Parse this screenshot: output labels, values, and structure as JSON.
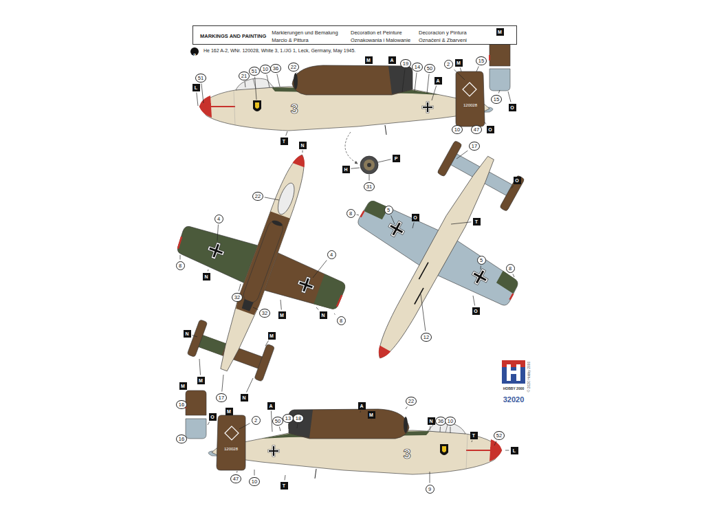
{
  "diagram": {
    "caption": "He 162 A-2, WNr. 120028, White 3, 1./JG 1, Leck, Germany, May 1945.",
    "nodes": [
      {
        "text": [
          "MARKINGS AND PAINTING",
          "Markierungen und Bemalung",
          "Marcio & Pittura",
          "Decoration et Peinture",
          "Oznakowania i Malowanie",
          "Decoracion y Pintura",
          "Označeni & Zbarveni"
        ]
      },
      {
        "text": [
          "3"
        ]
      }
    ],
    "labels": [
      "51",
      "21",
      "51",
      "10",
      "36",
      "22",
      "M",
      "A",
      "19",
      "14",
      "50",
      "A",
      "2",
      "M",
      "15",
      "15",
      "O",
      "47",
      "10",
      "T",
      "L",
      "M",
      "O",
      "3",
      "120028",
      "H",
      "P",
      "31",
      "N",
      "22",
      "4",
      "4",
      "8",
      "N",
      "32",
      "32",
      "M",
      "N",
      "8",
      "N",
      "M",
      "M",
      "17",
      "N",
      "17",
      "O",
      "T",
      "8",
      "5",
      "O",
      "5",
      "8",
      "O",
      "12",
      "M",
      "16",
      "O",
      "16",
      "M",
      "2",
      "A",
      "50",
      "13",
      "18",
      "A",
      "M",
      "22",
      "N",
      "36",
      "10",
      "T",
      "52",
      "L",
      "47",
      "10",
      "T",
      "9",
      "3",
      "120028",
      "HOBBY 2000",
      "32020",
      "© 2020 Hobby 2000"
    ]
  }
}
